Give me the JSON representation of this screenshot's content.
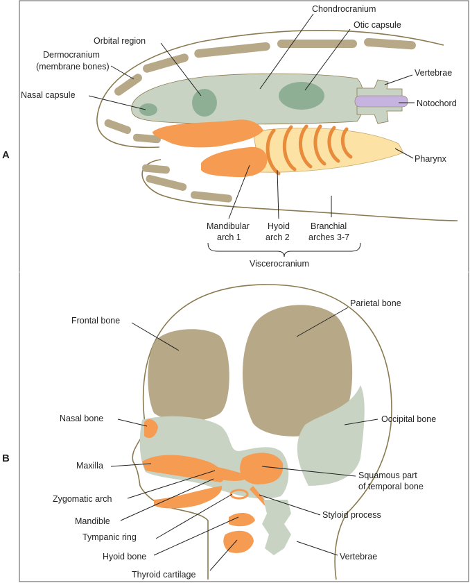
{
  "panels": {
    "a": "A",
    "b": "B"
  },
  "colors": {
    "membrane_bone": "#b7a887",
    "cartilage": "#c9d3c3",
    "visceral": "#f59b52",
    "pharynx": "#fde2a6",
    "notochord": "#c7b3df",
    "capsule": "#8faf95",
    "outline": "#8a7a50"
  },
  "labels_a": {
    "chondrocranium": "Chondrocranium",
    "orbital_region": "Orbital region",
    "otic_capsule": "Otic capsule",
    "dermocranium_1": "Dermocranium",
    "dermocranium_2": "(membrane bones)",
    "vertebrae": "Vertebrae",
    "nasal_capsule": "Nasal capsule",
    "notochord": "Notochord",
    "pharynx": "Pharynx",
    "mandibular_1": "Mandibular",
    "mandibular_2": "arch 1",
    "hyoid_1": "Hyoid",
    "hyoid_2": "arch 2",
    "branchial_1": "Branchial",
    "branchial_2": "arches 3-7",
    "viscerocranium": "Viscerocranium"
  },
  "labels_b": {
    "frontal_bone": "Frontal bone",
    "parietal_bone": "Parietal bone",
    "nasal_bone": "Nasal bone",
    "occipital_bone": "Occipital bone",
    "maxilla": "Maxilla",
    "squamous_1": "Squamous part",
    "squamous_2": "of temporal bone",
    "zygomatic_arch": "Zygomatic arch",
    "mandible": "Mandible",
    "styloid_process": "Styloid process",
    "tympanic_ring": "Tympanic ring",
    "hyoid_bone": "Hyoid bone",
    "vertebrae": "Vertebrae",
    "thyroid_cartilage": "Thyroid cartilage"
  }
}
